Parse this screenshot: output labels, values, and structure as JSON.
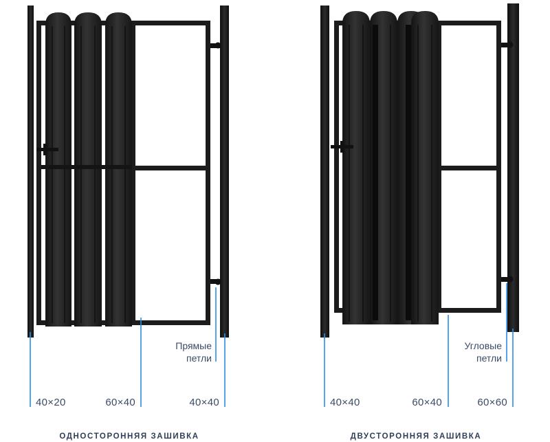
{
  "gates": [
    {
      "caption": "ОДНОСТОРОННЯЯ ЗАШИВКА",
      "hinge_note": [
        "Прямые",
        "петли"
      ],
      "dimensions": [
        "40×20",
        "60×40",
        "40×40"
      ]
    },
    {
      "caption": "ДВУСТОРОННЯЯ ЗАШИВКА",
      "hinge_note": [
        "Угловые",
        "петли"
      ],
      "dimensions": [
        "40×40",
        "60×40",
        "60×60"
      ]
    }
  ],
  "colors": {
    "metal": "#222222",
    "metal_dark": "#111111",
    "picket": "#2b2b2b",
    "leader_line": "#2a8be6",
    "label_text": "#3b4b66"
  }
}
